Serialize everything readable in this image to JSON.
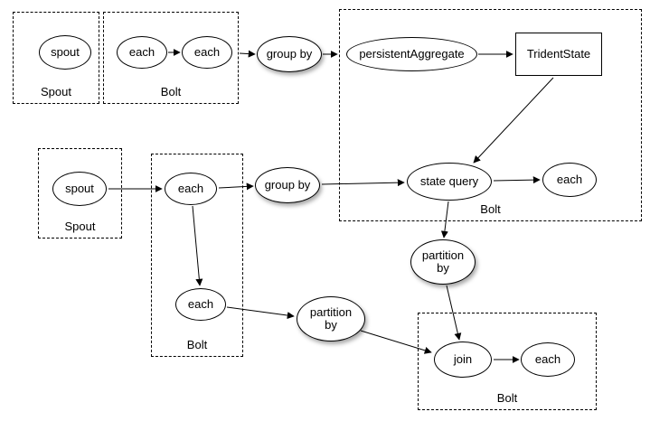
{
  "diagram": {
    "groups": {
      "spoutGroup1": {
        "label": "Spout"
      },
      "boltGroup1": {
        "label": "Bolt"
      },
      "boltGroup2": {
        "label": "Bolt"
      },
      "spoutGroup2": {
        "label": "Spout"
      },
      "boltGroup3": {
        "label": "Bolt"
      },
      "boltGroup4": {
        "label": "Bolt"
      }
    },
    "nodes": {
      "spout1": {
        "label": "spout",
        "shape": "ellipse"
      },
      "each1": {
        "label": "each",
        "shape": "ellipse"
      },
      "each2": {
        "label": "each",
        "shape": "ellipse"
      },
      "groupBy1": {
        "label": "group by",
        "shape": "ellipse"
      },
      "persistentAggregate": {
        "label": "persistentAggregate",
        "shape": "ellipse"
      },
      "tridentState": {
        "label": "TridentState",
        "shape": "rect"
      },
      "stateQuery": {
        "label": "state query",
        "shape": "ellipse"
      },
      "each3": {
        "label": "each",
        "shape": "ellipse"
      },
      "spout2": {
        "label": "spout",
        "shape": "ellipse"
      },
      "each4": {
        "label": "each",
        "shape": "ellipse"
      },
      "groupBy2": {
        "label": "group by",
        "shape": "ellipse"
      },
      "each5": {
        "label": "each",
        "shape": "ellipse"
      },
      "partitionBy1": {
        "label": "partition by",
        "shape": "ellipse"
      },
      "partitionBy2": {
        "label": "partition by",
        "shape": "ellipse"
      },
      "join": {
        "label": "join",
        "shape": "ellipse"
      },
      "each6": {
        "label": "each",
        "shape": "ellipse"
      }
    },
    "edges": [
      {
        "from": "each1",
        "to": "each2"
      },
      {
        "from": "boltGroup1",
        "to": "groupBy1"
      },
      {
        "from": "groupBy1",
        "to": "boltGroup2"
      },
      {
        "from": "persistentAggregate",
        "to": "tridentState"
      },
      {
        "from": "tridentState",
        "to": "stateQuery"
      },
      {
        "from": "stateQuery",
        "to": "each3"
      },
      {
        "from": "spout2",
        "to": "each4"
      },
      {
        "from": "each4",
        "to": "groupBy2"
      },
      {
        "from": "groupBy2",
        "to": "stateQuery"
      },
      {
        "from": "each4",
        "to": "each5"
      },
      {
        "from": "each5",
        "to": "partitionBy1"
      },
      {
        "from": "partitionBy1",
        "to": "join"
      },
      {
        "from": "stateQuery",
        "to": "partitionBy2"
      },
      {
        "from": "partitionBy2",
        "to": "join"
      },
      {
        "from": "join",
        "to": "each6"
      }
    ],
    "colors": {
      "stroke": "#000000",
      "fill": "#ffffff",
      "background": "#ffffff"
    }
  }
}
